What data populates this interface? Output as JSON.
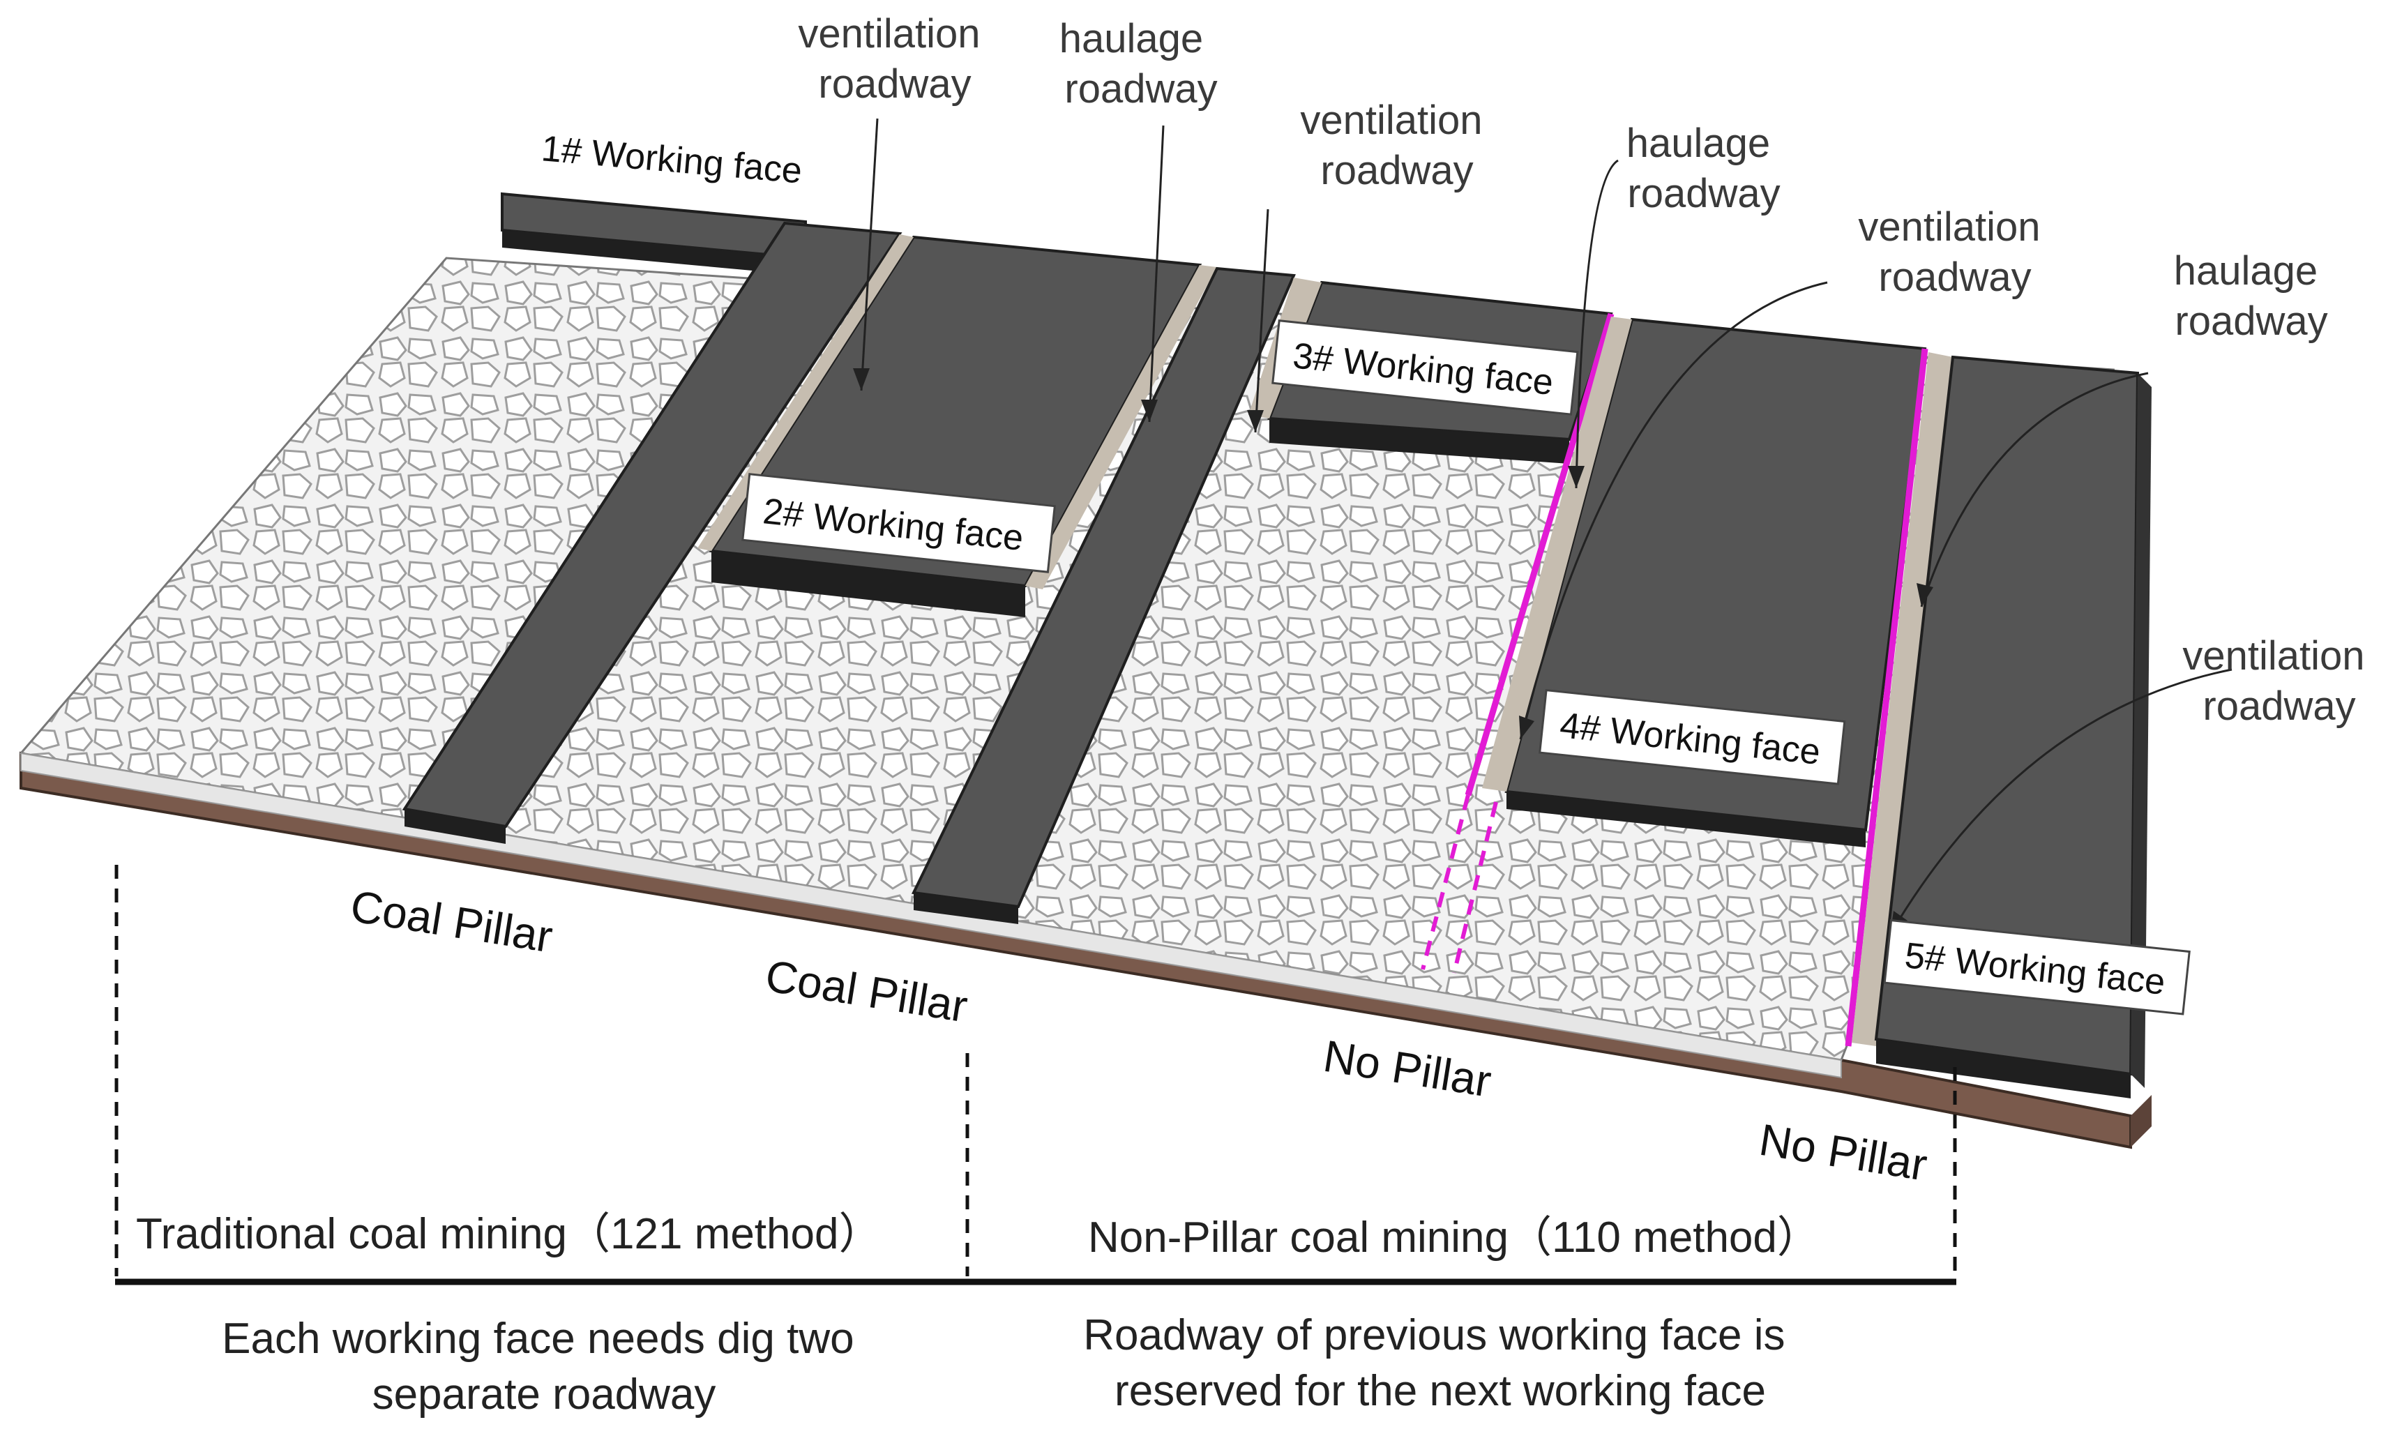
{
  "colors": {
    "coal": "#555555",
    "coal_dark": "#1f1f1f",
    "gob": "#f2f2f2",
    "gob_line": "#9e9e9e",
    "rock_base": "#7a5a4c",
    "roadway_strip": "#c6bdb0",
    "retained_roadway": "#e21bd4"
  },
  "labels": {
    "ventilation_roadway": [
      "ventilation",
      "roadway"
    ],
    "haulage_roadway": [
      "haulage",
      "roadway"
    ],
    "wf1": "1# Working face",
    "wf2": "2# Working face",
    "wf3": "3# Working face",
    "wf4": "4# Working face",
    "wf5": "5# Working face",
    "coal_pillar": "Coal Pillar",
    "no_pillar": "No Pillar"
  },
  "methods": {
    "traditional": "Traditional coal mining（121 method）",
    "non_pillar": "Non-Pillar coal mining（110 method）"
  },
  "captions": {
    "traditional": [
      "Each working face needs dig two",
      "separate roadway"
    ],
    "non_pillar": [
      "Roadway of previous working face is",
      "reserved for the next working face"
    ]
  }
}
